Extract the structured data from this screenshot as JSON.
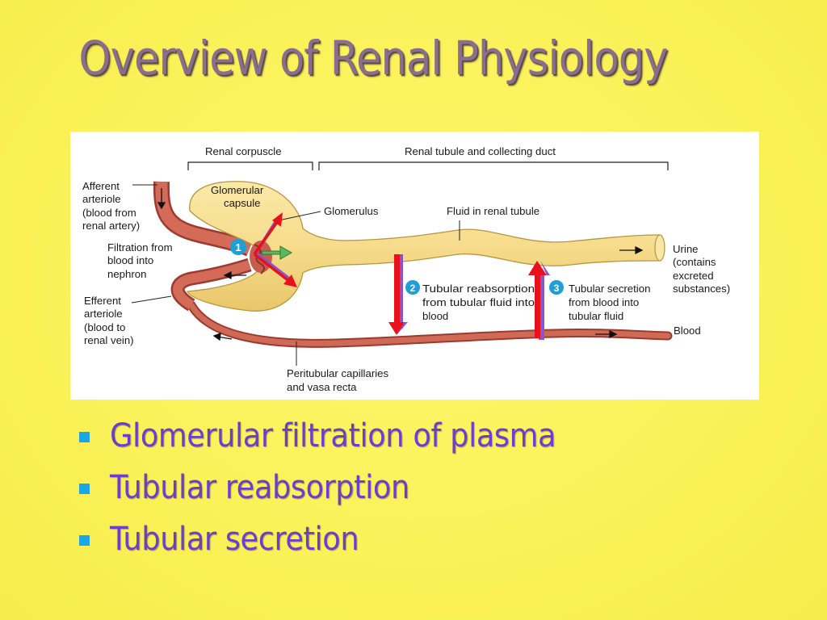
{
  "slide": {
    "title": "Overview of Renal Physiology"
  },
  "diagram": {
    "bracket_corpuscle": "Renal corpuscle",
    "bracket_tubule": "Renal tubule and collecting duct",
    "afferent": [
      "Afferent",
      "arteriole",
      "(blood from",
      "renal artery)"
    ],
    "glomerular_capsule": [
      "Glomerular",
      "capsule"
    ],
    "glomerulus": "Glomerulus",
    "fluid_tubule": "Fluid in renal tubule",
    "filtration": [
      "Filtration from",
      "blood into",
      "nephron"
    ],
    "efferent": [
      "Efferent",
      "arteriole",
      "(blood to",
      "renal vein)"
    ],
    "urine": [
      "Urine",
      "(contains",
      "excreted",
      "substances)"
    ],
    "reabsorption": [
      "Tubular reabsorption",
      "from tubular fluid into",
      "blood"
    ],
    "secretion": [
      "Tubular secretion",
      "from blood into",
      "tubular fluid"
    ],
    "blood": "Blood",
    "peritubular": [
      "Peritubular capillaries",
      "and vasa recta"
    ],
    "step1": "1",
    "step2": "2",
    "step3": "3",
    "colors": {
      "vessel": "#c9584a",
      "vessel_dark": "#9d3a30",
      "tubule": "#f6dd8f",
      "tubule_edge": "#b89a45",
      "badge": "#1e9fd8",
      "red_arrow": "#e8101a",
      "purple_arrow": "#8a55c8",
      "green_arrow": "#3aa04a"
    }
  },
  "bullets": [
    "Glomerular filtration of plasma",
    "Tubular reabsorption",
    "Tubular secretion"
  ]
}
